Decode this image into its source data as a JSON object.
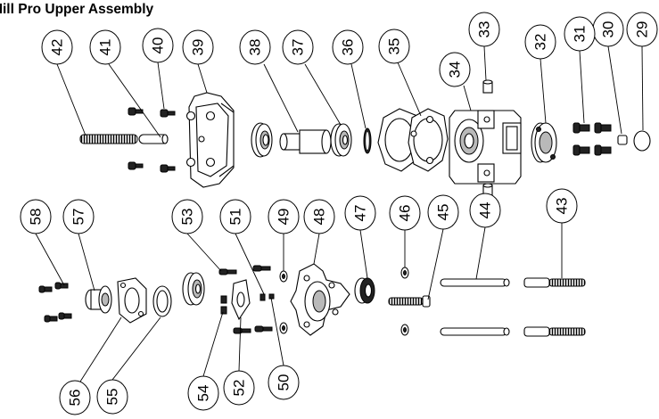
{
  "title": "et Mill Pro Upper Assembly",
  "callouts": [
    "29",
    "30",
    "31",
    "32",
    "33",
    "34",
    "35",
    "36",
    "37",
    "38",
    "39",
    "40",
    "41",
    "42",
    "43",
    "44",
    "45",
    "46",
    "47",
    "48",
    "49",
    "50",
    "51",
    "52",
    "53",
    "54",
    "55",
    "56",
    "57",
    "58"
  ]
}
